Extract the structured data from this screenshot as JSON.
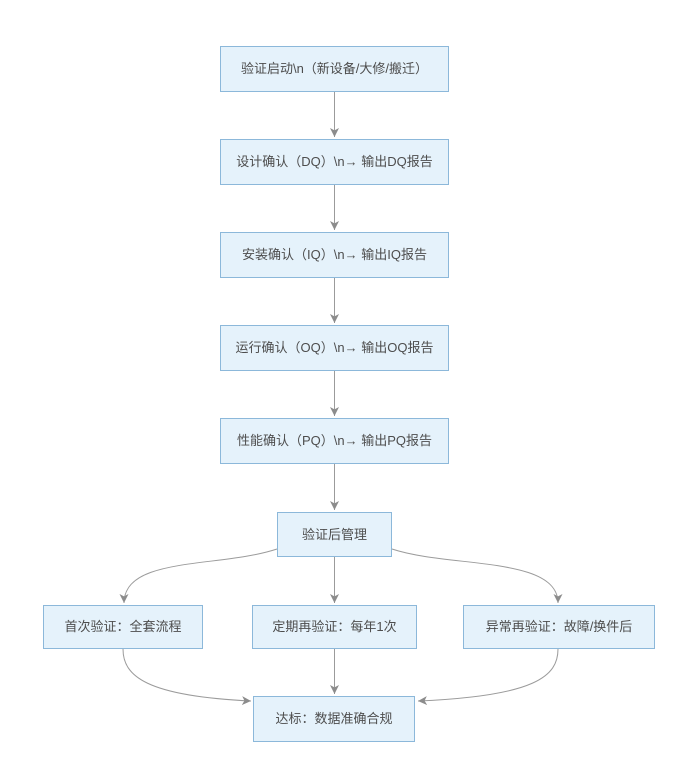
{
  "diagram": {
    "type": "flowchart",
    "colors": {
      "node_fill": "#E5F2FB",
      "node_border": "#8CB8DA",
      "text": "#4D4D4D",
      "edge": "#9B9B9B"
    },
    "nodes": {
      "start": {
        "label": "验证启动\\n（新设备/大修/搬迁）"
      },
      "dq": {
        "label": "设计确认（DQ）\\n→ 输出DQ报告"
      },
      "iq": {
        "label": "安装确认（IQ）\\n→ 输出IQ报告"
      },
      "oq": {
        "label": "运行确认（OQ）\\n→ 输出OQ报告"
      },
      "pq": {
        "label": "性能确认（PQ）\\n→ 输出PQ报告"
      },
      "post": {
        "label": "验证后管理"
      },
      "first": {
        "label": "首次验证：全套流程"
      },
      "periodic": {
        "label": "定期再验证：每年1次"
      },
      "abnormal": {
        "label": "异常再验证：故障/换件后"
      },
      "final": {
        "label": "达标：数据准确合规"
      }
    },
    "edges": [
      {
        "from": "start",
        "to": "dq"
      },
      {
        "from": "dq",
        "to": "iq"
      },
      {
        "from": "iq",
        "to": "oq"
      },
      {
        "from": "oq",
        "to": "pq"
      },
      {
        "from": "pq",
        "to": "post"
      },
      {
        "from": "post",
        "to": "first"
      },
      {
        "from": "post",
        "to": "periodic"
      },
      {
        "from": "post",
        "to": "abnormal"
      },
      {
        "from": "first",
        "to": "final"
      },
      {
        "from": "periodic",
        "to": "final"
      },
      {
        "from": "abnormal",
        "to": "final"
      }
    ]
  }
}
